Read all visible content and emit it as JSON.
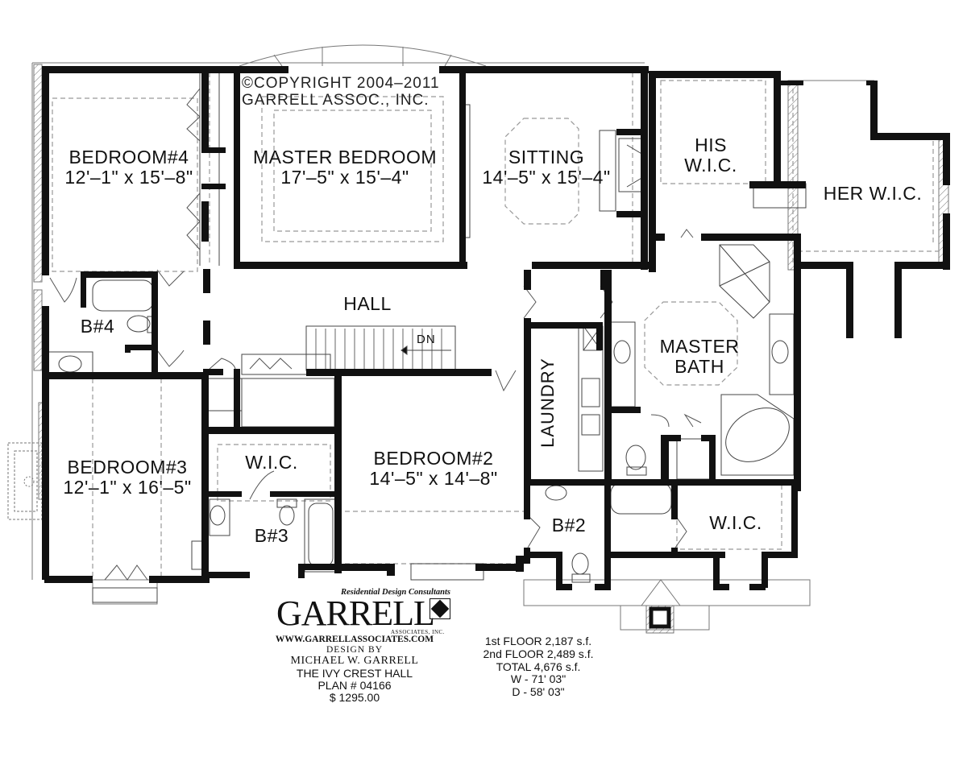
{
  "copyright": {
    "line1": "©COPYRIGHT  2004–2011",
    "line2": "GARRELL  ASSOC.,  INC."
  },
  "rooms": {
    "bedroom4": {
      "name": "BEDROOM#4",
      "dim": "12'–1\" x 15'–8\""
    },
    "master_bedroom": {
      "name": "MASTER  BEDROOM",
      "dim": "17'–5\" x 15'–4\""
    },
    "sitting": {
      "name": "SITTING",
      "dim": "14'–5\" x 15'–4\""
    },
    "his_wic": {
      "name": "HIS",
      "dim": "W.I.C."
    },
    "her_wic": {
      "name": "HER  W.I.C."
    },
    "hall": {
      "name": "HALL"
    },
    "b4": {
      "name": "B#4"
    },
    "master_bath": {
      "name": "MASTER",
      "dim": "BATH"
    },
    "laundry": {
      "name": "LAUNDRY"
    },
    "bedroom3": {
      "name": "BEDROOM#3",
      "dim": "12'–1\" x 16'–5\""
    },
    "wic_b3": {
      "name": "W.I.C."
    },
    "b3": {
      "name": "B#3"
    },
    "bedroom2": {
      "name": "BEDROOM#2",
      "dim": "14'–5\" x 14'–8\""
    },
    "b2": {
      "name": "B#2"
    },
    "wic_master": {
      "name": "W.I.C."
    }
  },
  "stair": {
    "label": "DN"
  },
  "logo": {
    "tagline": "Residential Design Consultants",
    "brand": "GARRELL",
    "sub": "ASSOCIATES, INC."
  },
  "credits": {
    "website": "WWW.GARRELLASSOCIATES.COM",
    "design_by": "DESIGN BY",
    "designer": "MICHAEL W. GARRELL",
    "plan_name": "THE IVY CREST HALL",
    "plan_number": "PLAN #  04166",
    "price": "$ 1295.00"
  },
  "stats": {
    "first_floor": "1st FLOOR  2,187 s.f.",
    "second_floor": "2nd FLOOR  2,489 s.f.",
    "total": "TOTAL  4,676 s.f.",
    "width": "W - 71' 03\"",
    "depth": "D - 58' 03\""
  }
}
